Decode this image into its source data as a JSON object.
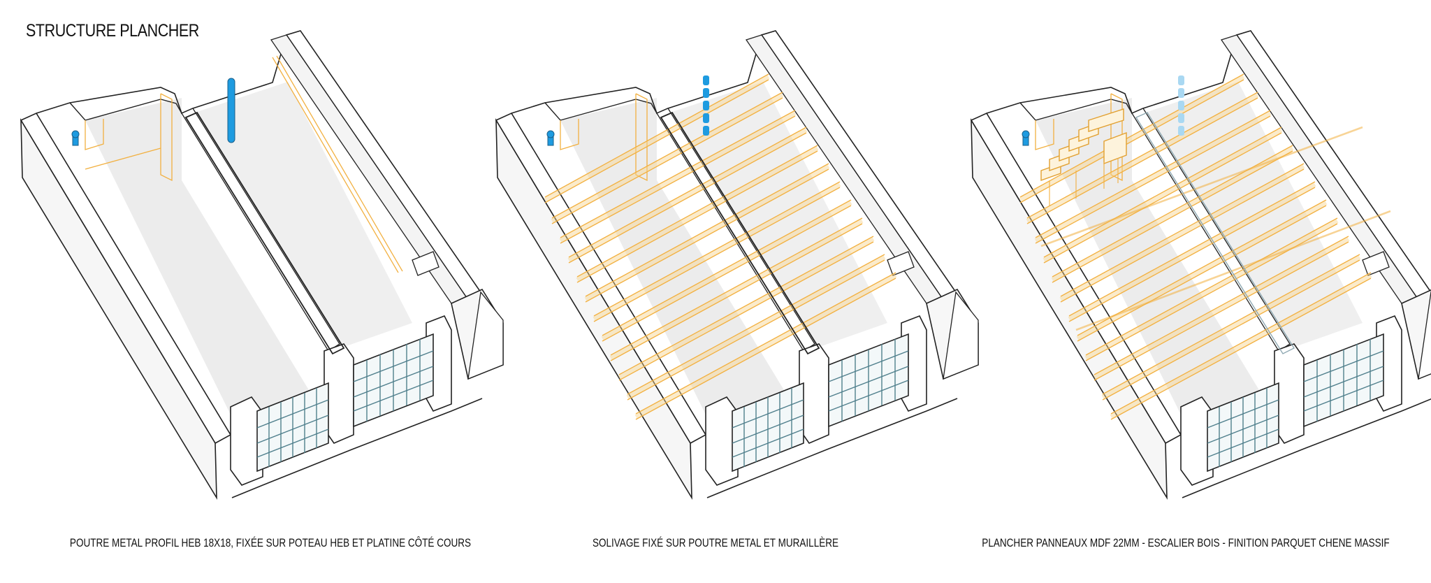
{
  "title": "STRUCTURE PLANCHER",
  "panels": [
    {
      "caption": "POUTRE METAL PROFIL HEB 18X18, FIXÉE SUR POTEAU HEB ET PLATINE CÔTÉ COURS"
    },
    {
      "caption": "SOLIVAGE FIXÉ SUR POUTRE METAL ET MURAILLÈRE"
    },
    {
      "caption": "PLANCHER PANNEAUX MDF 22MM - ESCALIER BOIS - FINITION PARQUET CHENE MASSIF"
    }
  ],
  "colors": {
    "line": "#222222",
    "wall_fill": "#f7f7f7",
    "shadow": "#e9e9e9",
    "steel": "#1e9be0",
    "steel_faded": "#a9d8f2",
    "timber": "#f2b040",
    "timber_light": "#f8d58e",
    "glazing": "#4f7f8c"
  }
}
